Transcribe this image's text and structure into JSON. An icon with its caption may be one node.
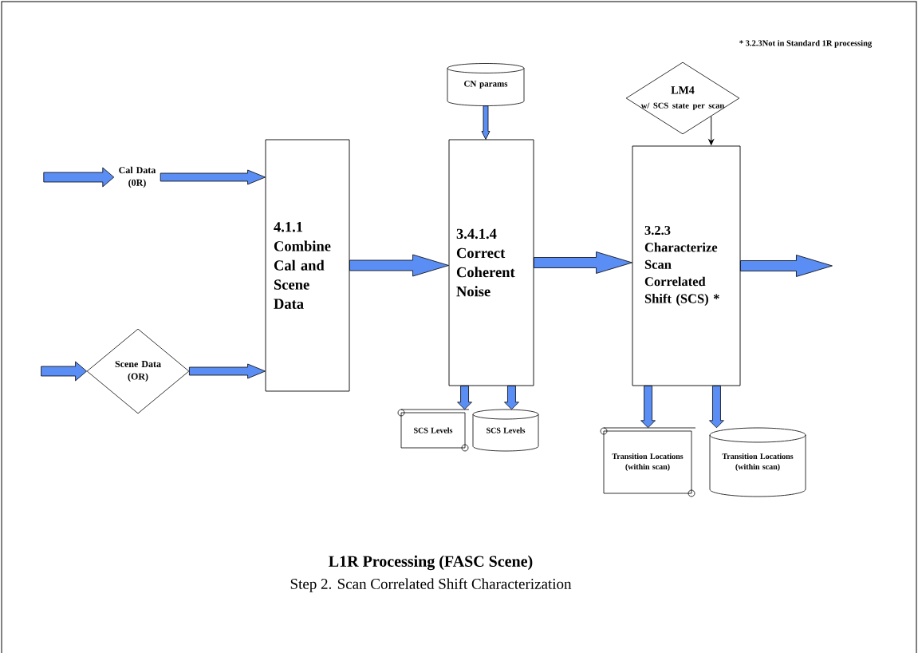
{
  "diagram": {
    "title": "L1R Processing (FASC Scene)",
    "caption": "Step 2. Scan Correlated Shift Characterization",
    "nodes": [
      {
        "text": [
          "Cal Data (0R)"
        ]
      },
      {
        "text": [
          "Scene Data (OR)"
        ]
      },
      {
        "text": [
          "4.1.1 Combine Cal and Scene Data"
        ]
      },
      {
        "text": [
          "CN params"
        ]
      },
      {
        "text": [
          "3.4.1.4 Correct Coherent Noise"
        ]
      },
      {
        "text": [
          "LM4",
          "w/ SCS state per scan"
        ]
      },
      {
        "text": [
          "3.2.3 Characterize Scan Correlated Shift (SCS) *"
        ]
      },
      {
        "text": [
          "SCS Levels"
        ]
      },
      {
        "text": [
          "SCS Levels"
        ]
      },
      {
        "text": [
          "Transition Locations (within scan)"
        ]
      },
      {
        "text": [
          "Transition Locations (within scan)"
        ]
      }
    ],
    "edges": [
      {
        "from": null,
        "to": 0,
        "arrow": "to"
      },
      {
        "from": null,
        "to": 1,
        "arrow": "to"
      },
      {
        "from": 0,
        "to": 2,
        "arrow": "to"
      },
      {
        "from": 1,
        "to": 2,
        "arrow": "to"
      },
      {
        "from": 2,
        "to": 4,
        "arrow": "to"
      },
      {
        "from": 3,
        "to": 4,
        "arrow": "to"
      },
      {
        "from": 5,
        "to": 6,
        "arrow": "to",
        "color": "#000000"
      },
      {
        "from": 4,
        "to": 7,
        "arrow": "to"
      },
      {
        "from": 4,
        "to": 8,
        "arrow": "to"
      },
      {
        "from": 4,
        "to": 6,
        "arrow": "to"
      },
      {
        "from": 6,
        "to": 9,
        "arrow": "to"
      },
      {
        "from": 6,
        "to": 10,
        "arrow": "to"
      },
      {
        "from": 6,
        "to": null,
        "arrow": "to"
      }
    ],
    "labels": [
      "* 3.2.3Not in Standard 1R processing"
    ]
  }
}
